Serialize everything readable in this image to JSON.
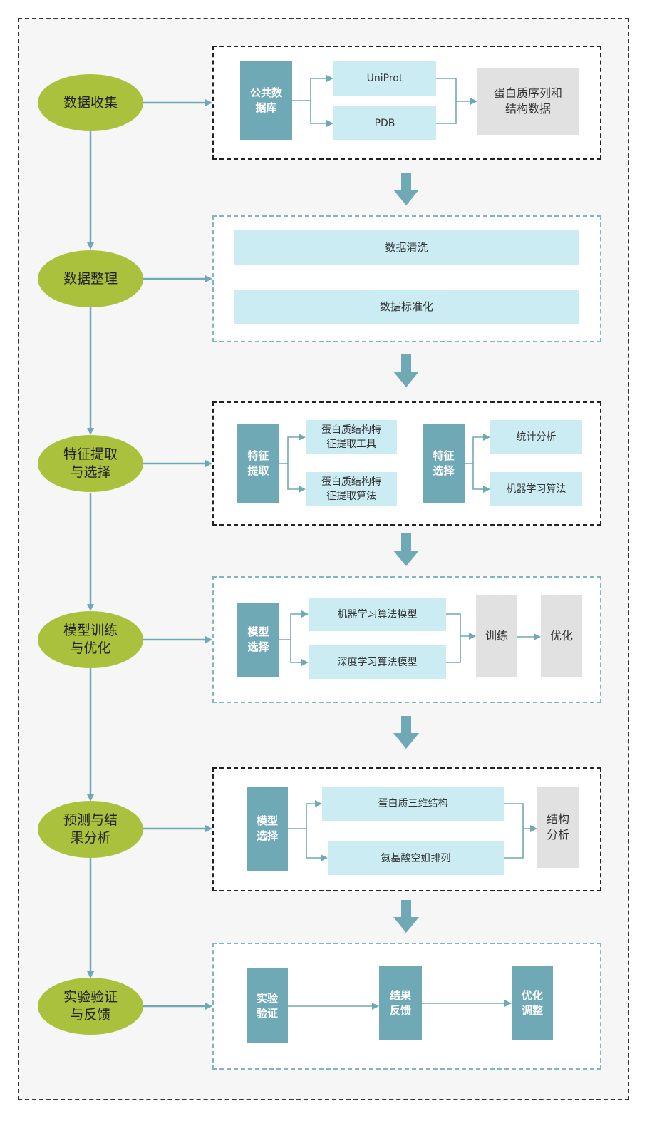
{
  "stages": [
    {
      "label": "数据收集"
    },
    {
      "label": "数据整理"
    },
    {
      "label": "特征提取\n与选择"
    },
    {
      "label": "模型训练\n与优化"
    },
    {
      "label": "预测与结\n果分析"
    },
    {
      "label": "实验验证\n与反馈"
    }
  ],
  "s1": {
    "source": "公共数\n据库",
    "db1": "UniProt",
    "db2": "PDB",
    "output": "蛋白质序列和\n结构数据"
  },
  "s2": {
    "step1": "数据清洗",
    "step2": "数据标准化"
  },
  "s3": {
    "extract": "特征\n提取",
    "tool": "蛋白质结构特\n征提取工具",
    "algo": "蛋白质结构特\n征提取算法",
    "select": "特征\n选择",
    "stats": "统计分析",
    "ml": "机器学习算法"
  },
  "s4": {
    "choose": "模型\n选择",
    "ml_model": "机器学习算法模型",
    "dl_model": "深度学习算法模型",
    "train": "训练",
    "optimize": "优化"
  },
  "s5": {
    "choose": "模型\n选择",
    "structure3d": "蛋白质三维结构",
    "spatial": "氨基酸空姐排列",
    "analysis": "结构\n分析"
  },
  "s6": {
    "verify": "实验\n验证",
    "feedback": "结果\n反馈",
    "tune": "优化\n调整"
  },
  "colors": {
    "ellipse": "#a9c13d",
    "dark": "#6fa9b5",
    "light": "#cbecf3",
    "grey": "#e1e1e1",
    "line": "#6fa9b5"
  }
}
